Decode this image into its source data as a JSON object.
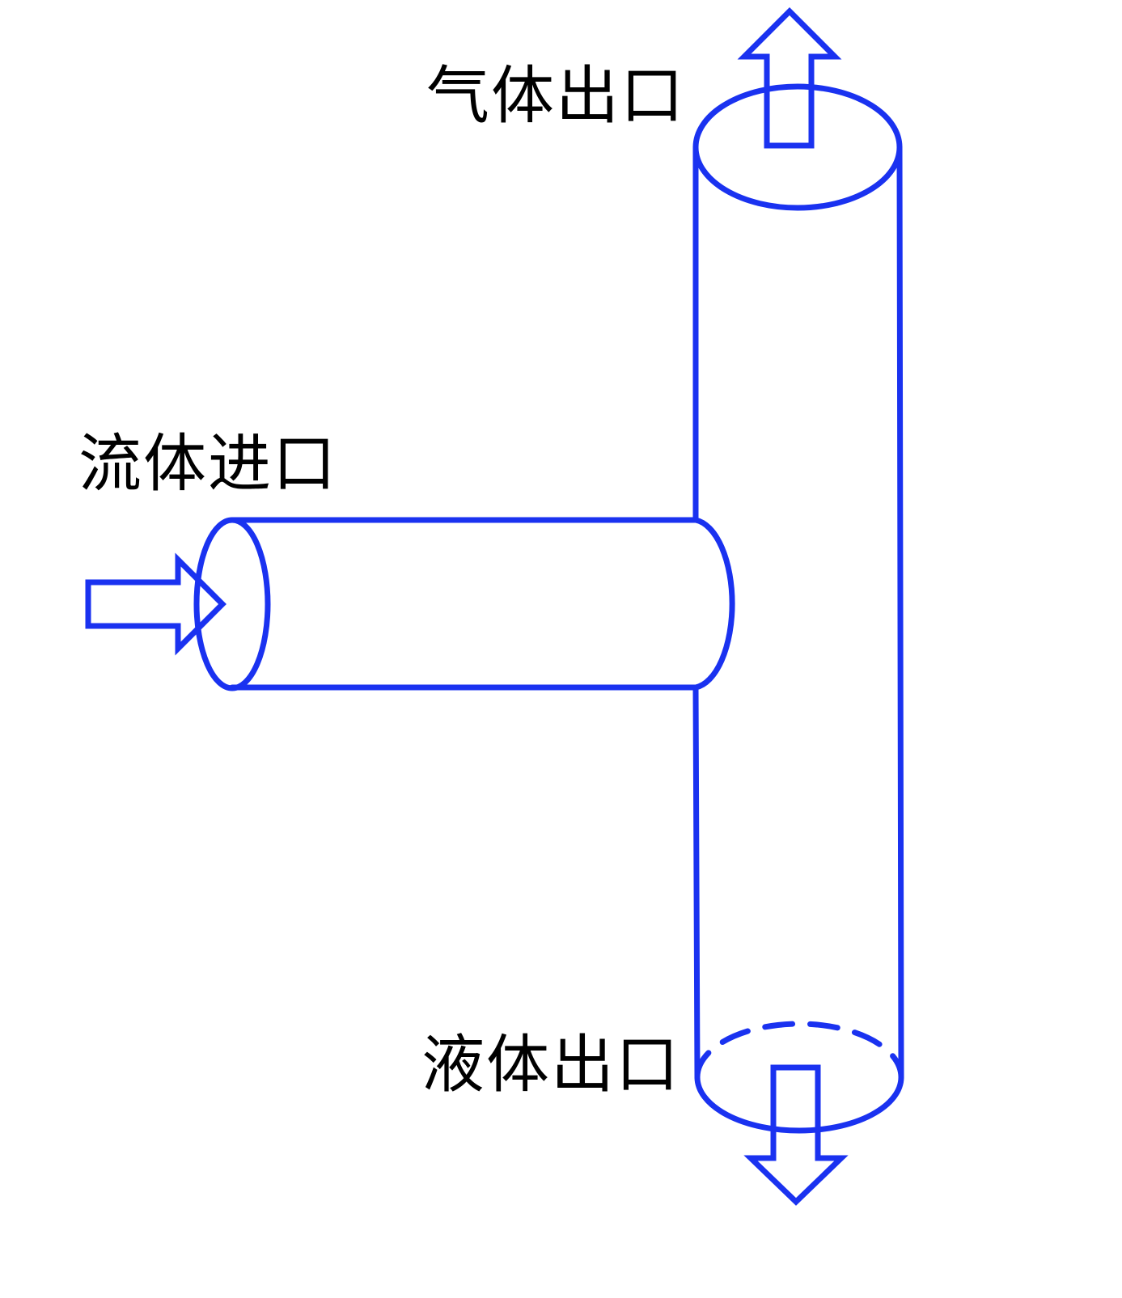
{
  "labels": {
    "gas_outlet": "气体出口",
    "fluid_inlet": "流体进口",
    "liquid_outlet": "液体出口"
  },
  "colors": {
    "stroke": "#1a32f0",
    "background": "#ffffff",
    "text": "#000000"
  },
  "icons": {
    "inlet_arrow": "arrow-right-icon",
    "gas_arrow": "arrow-up-icon",
    "liquid_arrow": "arrow-down-icon"
  }
}
